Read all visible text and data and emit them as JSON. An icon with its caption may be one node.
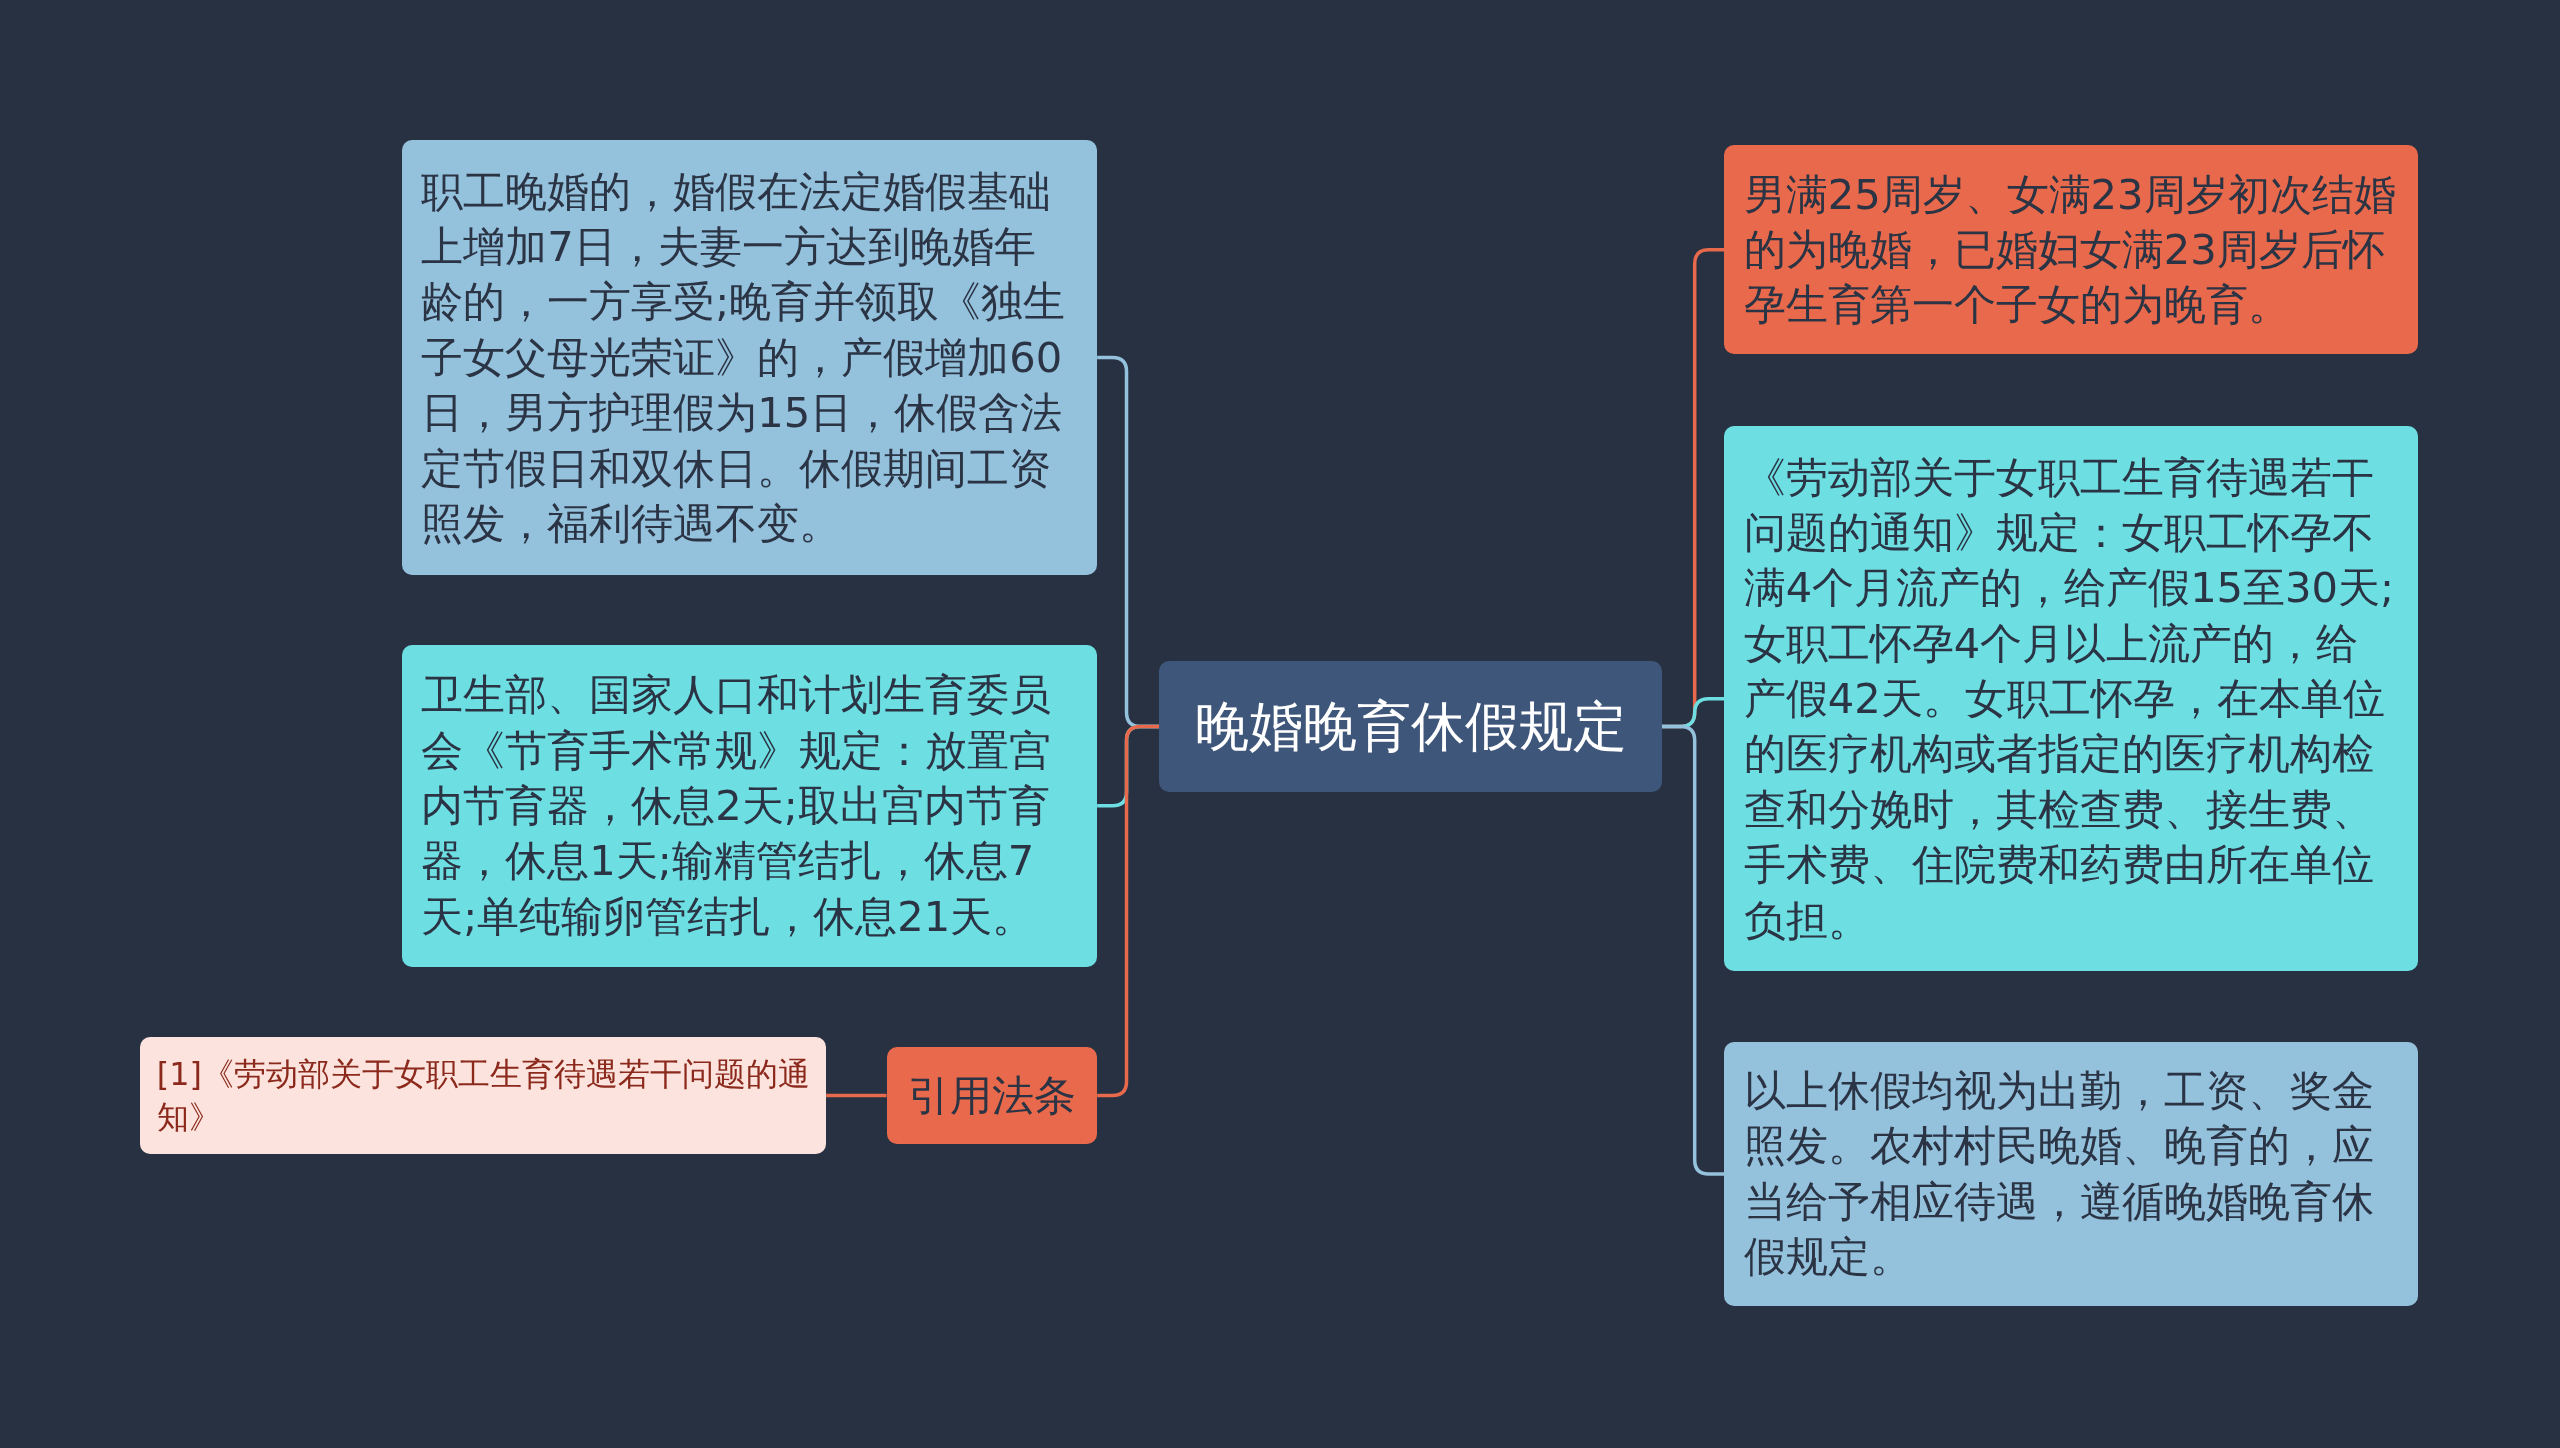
{
  "diagram": {
    "nodes": [
      {
        "text": [
          "晚婚晚育休假规定"
        ]
      },
      {
        "text": [
          "职工晚婚的，婚假在法定婚假基础上增加7日，夫妻一方达到晚婚年龄的，一方享受;晚育并领取《独生子女父母光荣证》的，产假增加60日，男方护理假为15日，休假含法定节假日和双休日。休假期间工资照发，福利待遇不变。"
        ]
      },
      {
        "text": [
          "卫生部、国家人口和计划生育委员会《节育手术常规》规定：放置宫内节育器，休息2天;取出宫内节育器，休息1天;输精管结扎，休息7天;单纯输卵管结扎，休息21天。"
        ]
      },
      {
        "text": [
          "引用法条"
        ]
      },
      {
        "text": [
          "[1]《劳动部关于女职工生育待遇若干问题的通知》"
        ]
      },
      {
        "text": [
          "男满25周岁、女满23周岁初次结婚的为晚婚，已婚妇女满23周岁后怀孕生育第一个子女的为晚育。"
        ]
      },
      {
        "text": [
          "《劳动部关于女职工生育待遇若干问题的通知》规定：女职工怀孕不满4个月流产的，给产假15至30天;女职工怀孕4个月以上流产的，给产假42天。女职工怀孕，在本单位的医疗机构或者指定的医疗机构检查和分娩时，其检查费、接生费、手术费、住院费和药费由所在单位负担。"
        ]
      },
      {
        "text": [
          "以上休假均视为出勤，工资、奖金照发。农村村民晚婚、晚育的，应当给予相应待遇，遵循晚婚晚育休假规定。"
        ]
      }
    ],
    "edges": [
      {
        "from": 0,
        "to": 1,
        "arrow": "none",
        "color": "#94c1dc"
      },
      {
        "from": 0,
        "to": 2,
        "arrow": "none",
        "color": "#6ddfe3"
      },
      {
        "from": 0,
        "to": 3,
        "arrow": "none",
        "color": "#e8694b"
      },
      {
        "from": 3,
        "to": 4,
        "arrow": "none",
        "color": "#e8694b"
      },
      {
        "from": 0,
        "to": 5,
        "arrow": "none",
        "color": "#e8694b"
      },
      {
        "from": 0,
        "to": 6,
        "arrow": "none",
        "color": "#6ddfe3"
      },
      {
        "from": 0,
        "to": 7,
        "arrow": "none",
        "color": "#94c1dc"
      }
    ]
  }
}
